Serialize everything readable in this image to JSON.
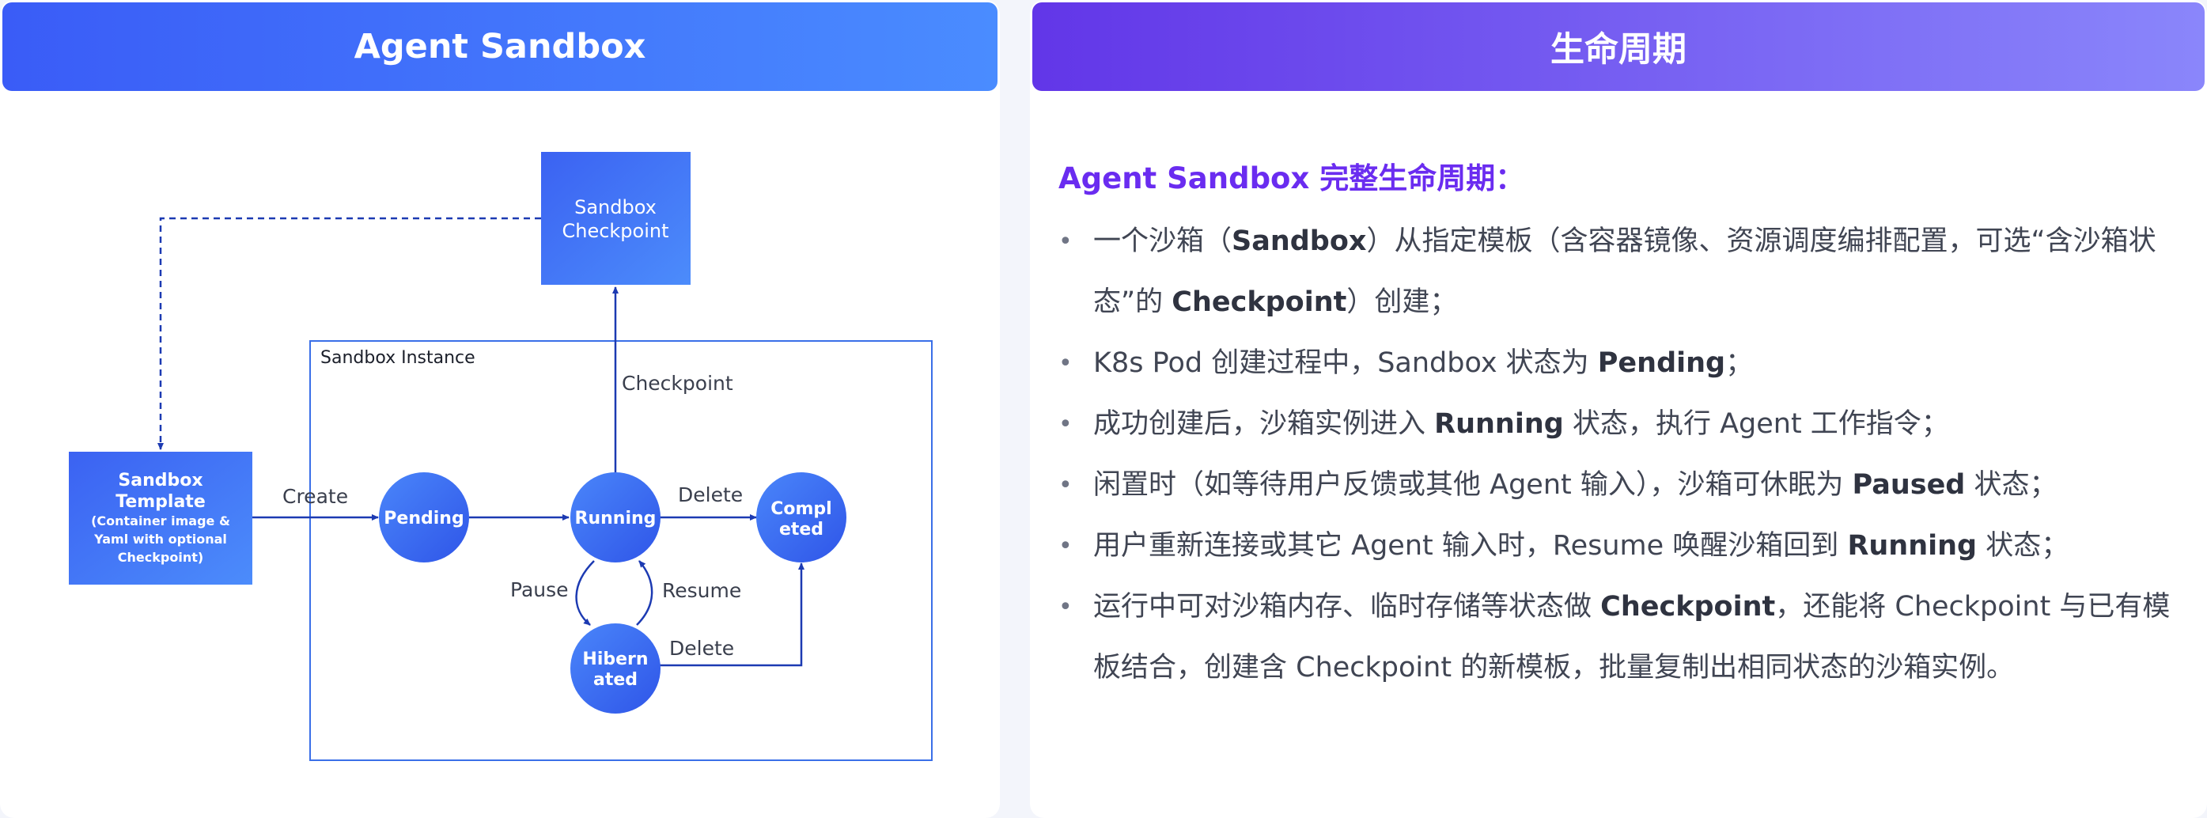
{
  "left": {
    "title": "Agent Sandbox",
    "diagram": {
      "checkpoint_box": [
        "Sandbox",
        "Checkpoint"
      ],
      "instance_label": "Sandbox Instance",
      "template_box": [
        "Sandbox",
        "Template",
        "(Container image &",
        "Yaml with optional",
        "Checkpoint)"
      ],
      "states": {
        "pending": [
          "Pending"
        ],
        "running": [
          "Running"
        ],
        "completed": [
          "Compl",
          "eted"
        ],
        "hibernated": [
          "Hibern",
          "ated"
        ]
      },
      "edges": {
        "create": "Create",
        "checkpoint": "Checkpoint",
        "delete_running": "Delete",
        "pause": "Pause",
        "resume": "Resume",
        "delete_hibernated": "Delete"
      },
      "colors": {
        "box_gradient_start": "#3b62f2",
        "box_gradient_end": "#4c8cfb",
        "arrow": "#1c3ab2",
        "frame": "#3a6fe8"
      }
    }
  },
  "right": {
    "title": "生命周期",
    "intro": "Agent Sandbox 完整生命周期：",
    "bullets": [
      [
        {
          "t": "一个沙箱（"
        },
        {
          "t": "Sandbox",
          "b": true
        },
        {
          "t": "）从指定模板（含容器镜像、资源调度编排配置，可选“含沙箱状态”的 "
        },
        {
          "t": "Checkpoint",
          "b": true
        },
        {
          "t": "）创建；"
        }
      ],
      [
        {
          "t": "K8s Pod 创建过程中，Sandbox 状态为 "
        },
        {
          "t": "Pending",
          "b": true
        },
        {
          "t": "；"
        }
      ],
      [
        {
          "t": "成功创建后，沙箱实例进入 "
        },
        {
          "t": "Running",
          "b": true
        },
        {
          "t": " 状态，执行 Agent 工作指令；"
        }
      ],
      [
        {
          "t": "闲置时（如等待用户反馈或其他 Agent 输入），沙箱可休眠为 "
        },
        {
          "t": "Paused",
          "b": true
        },
        {
          "t": " 状态；"
        }
      ],
      [
        {
          "t": "用户重新连接或其它 Agent 输入时，Resume 唤醒沙箱回到 "
        },
        {
          "t": "Running",
          "b": true
        },
        {
          "t": " 状态；"
        }
      ],
      [
        {
          "t": "运行中可对沙箱内存、临时存储等状态做 "
        },
        {
          "t": "Checkpoint",
          "b": true
        },
        {
          "t": "，还能将 Checkpoint 与已有模板结合，创建含 Checkpoint 的新模板，批量复制出相同状态的沙箱实例。"
        }
      ]
    ]
  }
}
